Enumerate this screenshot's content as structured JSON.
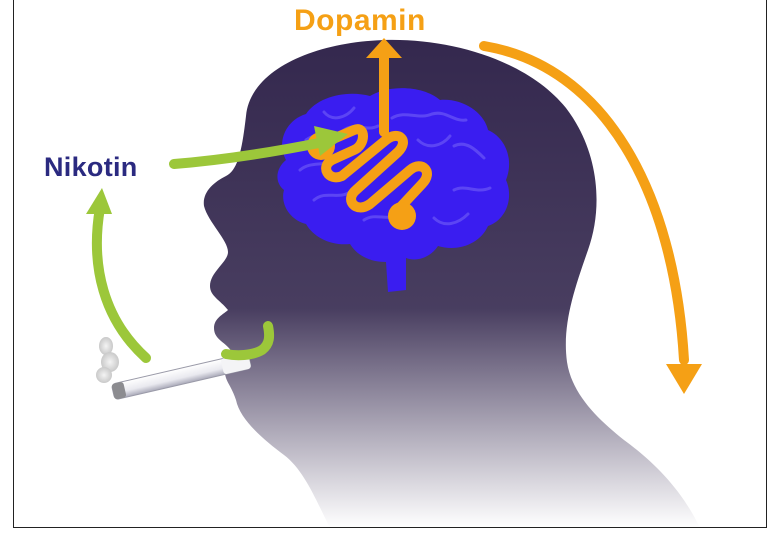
{
  "labels": {
    "dopamine": "Dopamin",
    "nicotine": "Nikotin"
  },
  "colors": {
    "dopamine": "#f5a015",
    "nicotine": "#2b2a80",
    "nicotine_arrow": "#9cc73a",
    "head": "#34284e",
    "brain": "#3a1df0",
    "brain_lines": "#5c45f4",
    "background": "#ffffff"
  },
  "icons": {
    "head": "head-silhouette",
    "brain": "brain",
    "cigarette": "cigarette",
    "smoke": "smoke"
  }
}
